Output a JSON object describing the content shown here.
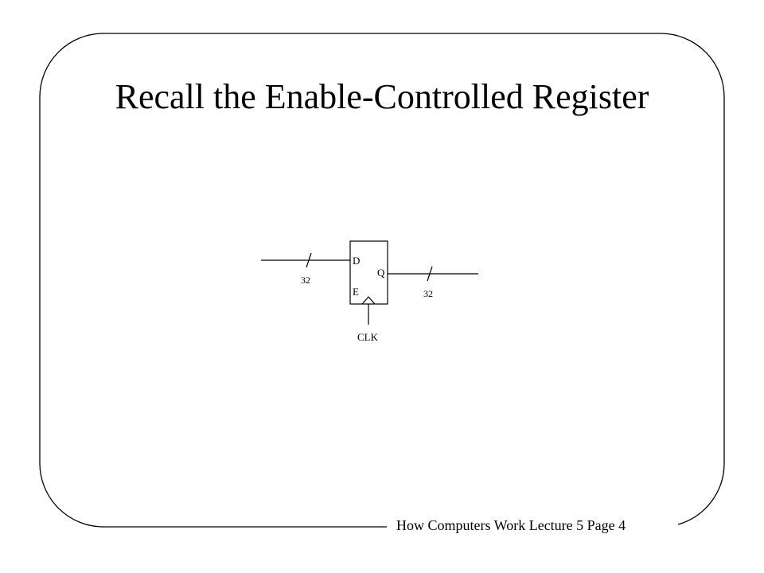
{
  "slide": {
    "title": "Recall the Enable-Controlled Register",
    "footer": "How Computers Work Lecture 5 Page 4"
  },
  "diagram": {
    "register": {
      "input_port_label": "D",
      "output_port_label": "Q",
      "enable_port_label": "E"
    },
    "input_bus_width": "32",
    "output_bus_width": "32",
    "clock_label": "CLK"
  },
  "colors": {
    "stroke": "#000000",
    "background": "#ffffff"
  }
}
